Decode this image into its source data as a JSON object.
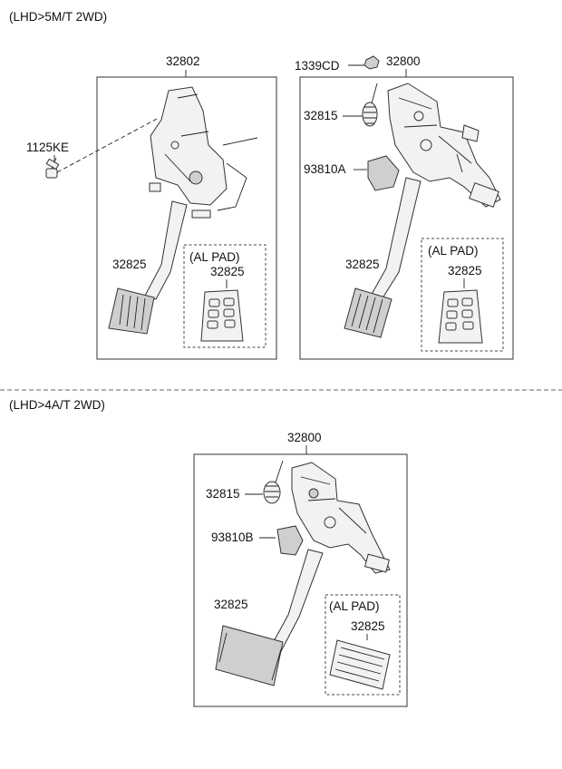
{
  "sections": [
    {
      "title": "(LHD>5M/T 2WD)",
      "panels": [
        {
          "assembly": "32802",
          "fastener": "1125KE",
          "pad": "32825",
          "alpad_heading": "(AL PAD)",
          "alpad_part": "32825"
        },
        {
          "fastener": "1339CD",
          "assembly": "32800",
          "spring": "32815",
          "switch": "93810A",
          "pad": "32825",
          "alpad_heading": "(AL PAD)",
          "alpad_part": "32825"
        }
      ]
    },
    {
      "title": "(LHD>4A/T 2WD)",
      "panels": [
        {
          "assembly": "32800",
          "spring": "32815",
          "switch": "93810B",
          "pad": "32825",
          "alpad_heading": "(AL PAD)",
          "alpad_part": "32825"
        }
      ]
    }
  ]
}
